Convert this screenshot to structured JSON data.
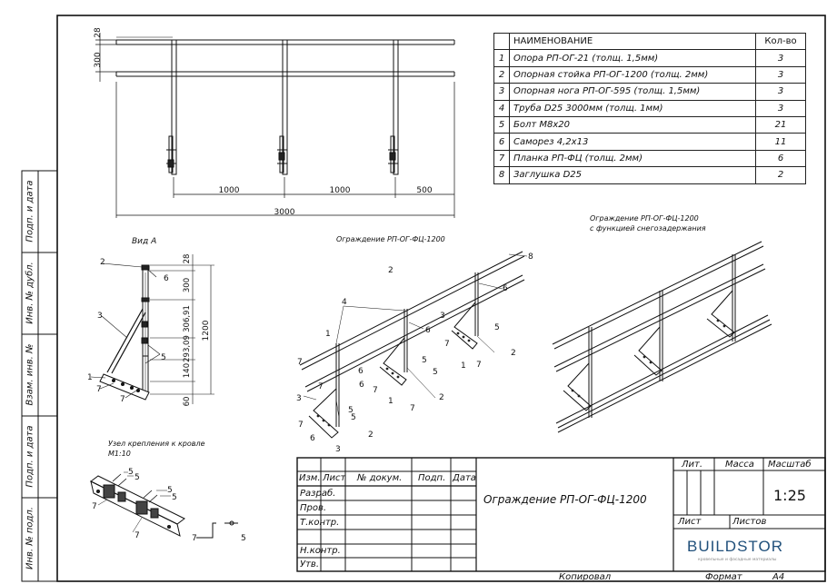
{
  "sheet": {
    "title": "Ограждение РП-ОГ-ФЦ-1200",
    "scale": "1:25",
    "copied_label": "Копировал",
    "format_label": "Формат",
    "format_value": "A4"
  },
  "side_stamp": [
    "Подп. и дата",
    "Инв. № дубл.",
    "Взам. инв. №",
    "Подп. и дата",
    "Инв. № подл."
  ],
  "title_block": {
    "headers": [
      "Изм.",
      "Лист",
      "№ докум.",
      "Подп.",
      "Дата"
    ],
    "roles": [
      "Разраб.",
      "Пров.",
      "Т.контр.",
      "",
      "Н.контр.",
      "Утв."
    ],
    "lit": "Лит.",
    "mass": "Масса",
    "scale_label": "Масштаб",
    "sheet": "Лист",
    "sheets": "Листов",
    "logo": "BUILDSTOR",
    "logo_tagline": "кровельные и фасадные материалы"
  },
  "spec_table": {
    "headers": [
      "",
      "НАИМЕНОВАНИЕ",
      "Кол-во"
    ],
    "rows": [
      [
        "1",
        "Опора РП-ОГ-21 (толщ. 1,5мм)",
        "3"
      ],
      [
        "2",
        "Опорная стойка РП-ОГ-1200 (толщ. 2мм)",
        "3"
      ],
      [
        "3",
        "Опорная нога РП-ОГ-595 (толщ. 1,5мм)",
        "3"
      ],
      [
        "4",
        "Труба D25 3000мм (толщ. 1мм)",
        "3"
      ],
      [
        "5",
        "Болт М8х20",
        "21"
      ],
      [
        "6",
        "Саморез 4,2х13",
        "11"
      ],
      [
        "7",
        "Планка РП-ФЦ (толщ. 2мм)",
        "6"
      ],
      [
        "8",
        "Заглушка D25",
        "2"
      ]
    ]
  },
  "labels": {
    "view_a": "Вид А",
    "iso1": "Ограждение РП-ОГ-ФЦ-1200",
    "iso2_line1": "Ограждение РП-ОГ-ФЦ-1200",
    "iso2_line2": "с функцией снегозадержания",
    "node_line1": "Узел крепления к кровле",
    "node_line2": "М1:10"
  },
  "dimensions": {
    "front_spans": [
      "1000",
      "1000",
      "500"
    ],
    "front_total": "3000",
    "front_vertical": [
      "28",
      "300"
    ],
    "view_a_vertical": [
      "28",
      "300",
      "306,91",
      "293,09",
      "140",
      "60"
    ],
    "view_a_total": "1200"
  },
  "callouts": {
    "view_a": [
      "2",
      "6",
      "3",
      "5",
      "1",
      "7",
      "7"
    ],
    "iso1": [
      "8",
      "4",
      "6",
      "6",
      "3",
      "6",
      "5",
      "5",
      "2",
      "7",
      "1",
      "7",
      "7",
      "6",
      "3",
      "5",
      "2",
      "7",
      "1",
      "5",
      "5",
      "2",
      "7",
      "7",
      "6",
      "3",
      "2",
      "1",
      "7"
    ],
    "node": [
      "5",
      "5",
      "5",
      "5",
      "7",
      "7",
      "7",
      "5"
    ]
  }
}
